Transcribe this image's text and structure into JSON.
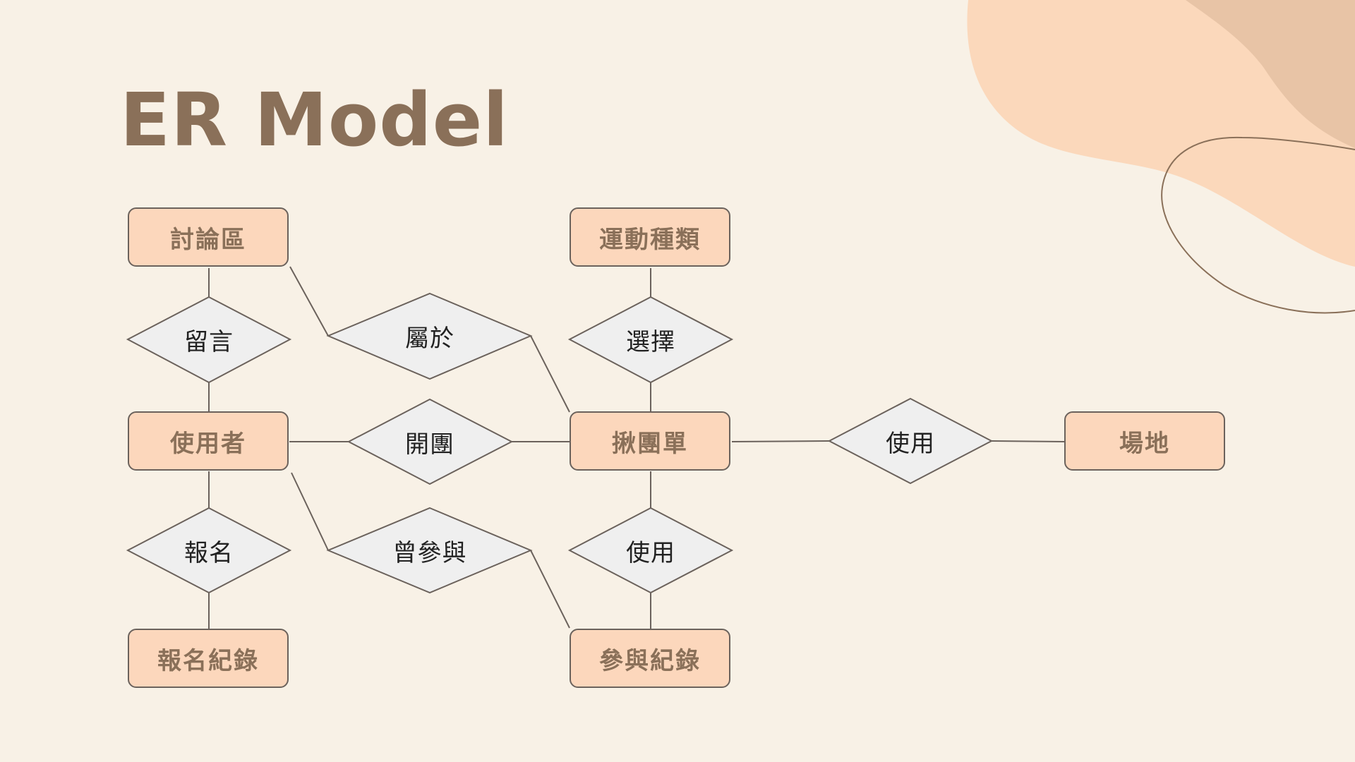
{
  "slide": {
    "title": "ER Model"
  },
  "colors": {
    "background": "#f8f1e6",
    "entity_fill": "#fcd7bc",
    "entity_text": "#8a7059",
    "relationship_fill": "#efefef",
    "line": "#6b625c",
    "title": "#8a7059",
    "blob_light": "#fbd8bb",
    "blob_dark": "#e8c4a6"
  },
  "entities": {
    "forum": "討論區",
    "sport_type": "運動種類",
    "user": "使用者",
    "group_order": "揪團單",
    "venue": "場地",
    "signup_record": "報名紀錄",
    "participation_record": "參與紀錄"
  },
  "relationships": {
    "comment": "留言",
    "belongs_to": "屬於",
    "select": "選擇",
    "open_group": "開團",
    "use_venue": "使用",
    "signup": "報名",
    "participated": "曾參與",
    "use_record": "使用"
  }
}
